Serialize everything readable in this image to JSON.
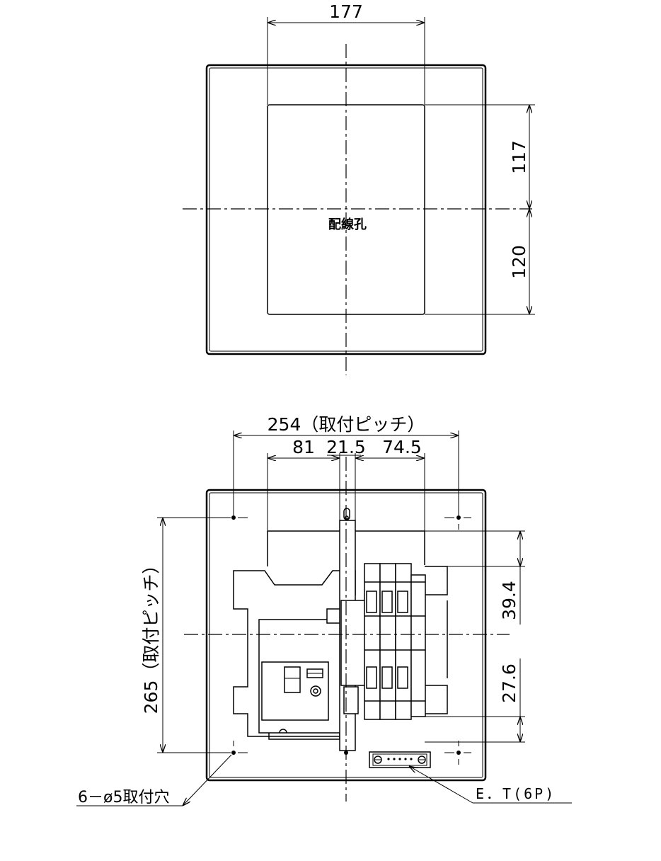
{
  "top_view": {
    "dim_width": "177",
    "dim_upper": "117",
    "dim_lower": "120",
    "hole_label": "配線孔"
  },
  "bottom_view": {
    "dim_pitch_width": "254（取付ピッチ）",
    "dim_81": "81",
    "dim_21_5": "21.5",
    "dim_74_5": "74.5",
    "dim_pitch_height": "265（取付ピッチ）",
    "dim_39_4": "39.4",
    "dim_27_6": "27.6",
    "label_mount_holes": "6－ø5取付穴",
    "label_terminal": "E．T(6P)"
  }
}
